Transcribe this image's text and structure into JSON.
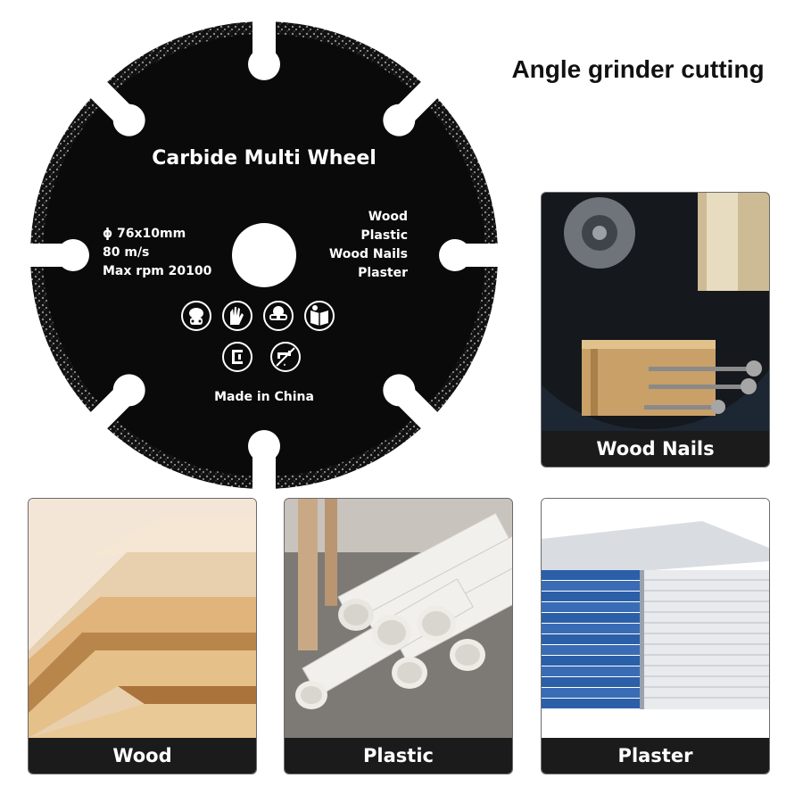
{
  "headline": "Angle grinder cutting",
  "blade": {
    "title": "Carbide Multi Wheel",
    "specs": [
      "ϕ 76x10mm",
      "80 m/s",
      "Max rpm 20100"
    ],
    "materials": [
      "Wood",
      "Plastic",
      "Wood Nails",
      "Plaster"
    ],
    "made_in": "Made in China",
    "safety_icons": [
      "respirator-mask-icon",
      "gloves-icon",
      "safety-goggles-icon",
      "read-manual-icon",
      "clamp-workpiece-icon",
      "no-water-icon"
    ]
  },
  "cards": [
    {
      "id": "wood-nails",
      "caption": "Wood Nails"
    },
    {
      "id": "wood",
      "caption": "Wood"
    },
    {
      "id": "plastic",
      "caption": "Plastic"
    },
    {
      "id": "plaster",
      "caption": "Plaster"
    }
  ],
  "colors": {
    "blade": "#0a0a0a",
    "caption_bg": "#1b1b1b",
    "label_blue": "#2b5fa8"
  }
}
